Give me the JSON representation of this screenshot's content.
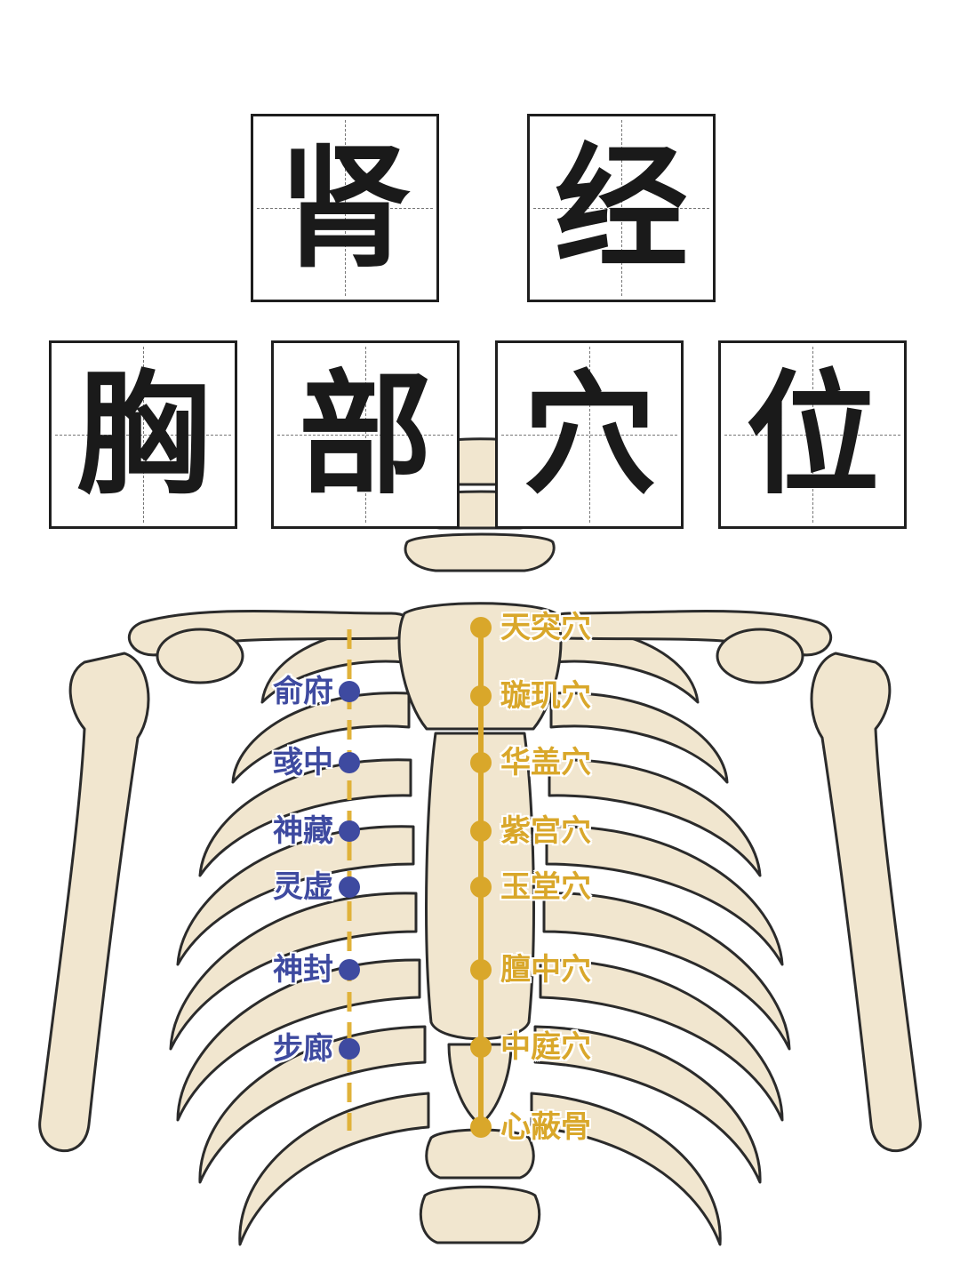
{
  "title": {
    "line1": [
      "肾",
      "经"
    ],
    "line2": [
      "胸",
      "部",
      "穴",
      "位"
    ]
  },
  "colors": {
    "central_line": "#d9a72a",
    "kidney_line": "#e0b23a",
    "kidney_dot": "#3e4aa0",
    "bone_fill": "#f1e6cf",
    "bone_stroke": "#2b2b2b"
  },
  "central_points": [
    "天突穴",
    "璇玑穴",
    "华盖穴",
    "紫宫穴",
    "玉堂穴",
    "膻中穴",
    "中庭穴",
    "心蔽骨"
  ],
  "kidney_points": [
    "俞府",
    "彧中",
    "神藏",
    "灵虚",
    "神封",
    "步廊"
  ]
}
